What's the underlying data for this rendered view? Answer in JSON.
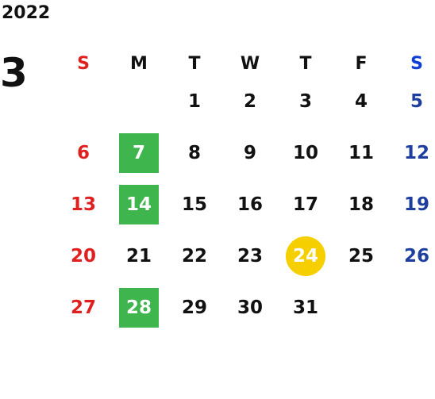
{
  "calendar": {
    "year": "2022",
    "month": "3",
    "weekdays": [
      {
        "label": "S",
        "kind": "sunday"
      },
      {
        "label": "M",
        "kind": "weekday"
      },
      {
        "label": "T",
        "kind": "weekday"
      },
      {
        "label": "W",
        "kind": "weekday"
      },
      {
        "label": "T",
        "kind": "weekday"
      },
      {
        "label": "F",
        "kind": "weekday"
      },
      {
        "label": "S",
        "kind": "saturday"
      }
    ],
    "colors": {
      "sunday": "#e02020",
      "saturday": "#1f3f9f",
      "saturday_header": "#0d3fd6",
      "weekday": "#111111",
      "highlight_green": "#3fb54e",
      "highlight_circle": "#f5cf00"
    },
    "weeks": [
      [
        null,
        null,
        {
          "day": "1"
        },
        {
          "day": "2"
        },
        {
          "day": "3"
        },
        {
          "day": "4"
        },
        {
          "day": "5"
        }
      ],
      [
        {
          "day": "6"
        },
        {
          "day": "7",
          "highlight": "green"
        },
        {
          "day": "8"
        },
        {
          "day": "9"
        },
        {
          "day": "10"
        },
        {
          "day": "11"
        },
        {
          "day": "12"
        }
      ],
      [
        {
          "day": "13"
        },
        {
          "day": "14",
          "highlight": "green"
        },
        {
          "day": "15"
        },
        {
          "day": "16"
        },
        {
          "day": "17"
        },
        {
          "day": "18"
        },
        {
          "day": "19"
        }
      ],
      [
        {
          "day": "20"
        },
        {
          "day": "21"
        },
        {
          "day": "22"
        },
        {
          "day": "23"
        },
        {
          "day": "24",
          "highlight": "circle"
        },
        {
          "day": "25"
        },
        {
          "day": "26"
        }
      ],
      [
        {
          "day": "27"
        },
        {
          "day": "28",
          "highlight": "green"
        },
        {
          "day": "29"
        },
        {
          "day": "30"
        },
        {
          "day": "31"
        },
        null,
        null
      ]
    ]
  }
}
